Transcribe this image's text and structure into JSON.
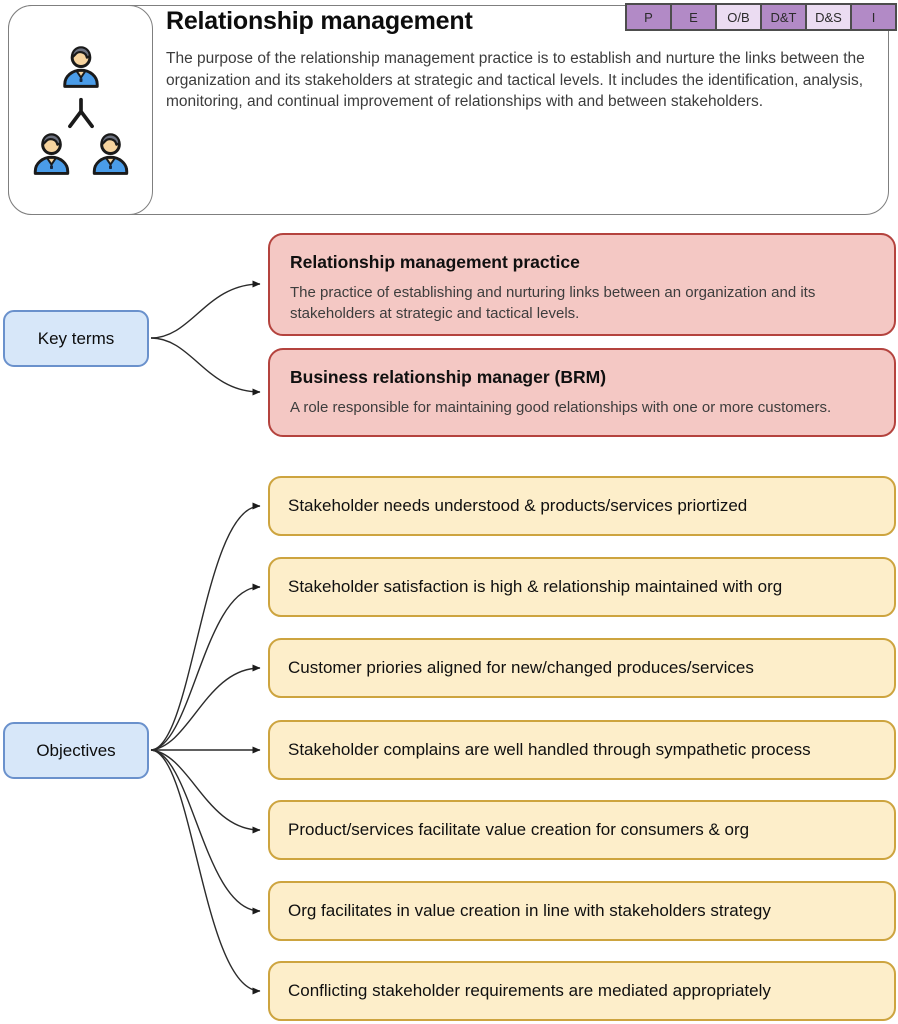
{
  "header": {
    "title": "Relationship management",
    "description": "The purpose of the relationship management practice is to establish and nurture the links between the organization and its stakeholders at strategic and tactical levels. It includes the identification, analysis, monitoring, and continual improvement of relationships with and between stakeholders.",
    "icon": "three-people-network-icon",
    "badges": [
      {
        "label": "P",
        "style": "solid"
      },
      {
        "label": "E",
        "style": "solid"
      },
      {
        "label": "O/B",
        "style": "light"
      },
      {
        "label": "D&T",
        "style": "solid"
      },
      {
        "label": "D&S",
        "style": "light"
      },
      {
        "label": "I",
        "style": "solid"
      }
    ]
  },
  "key_terms": {
    "label": "Key terms",
    "terms": [
      {
        "title": "Relationship management practice",
        "description": "The practice of establishing and nurturing links between an organization and its stakeholders at strategic and tactical levels."
      },
      {
        "title": "Business relationship manager (BRM)",
        "description": "A role responsible for maintaining good relationships with one or more customers."
      }
    ]
  },
  "objectives": {
    "label": "Objectives",
    "items": [
      "Stakeholder needs understood & products/services priortized",
      "Stakeholder satisfaction is high & relationship maintained with org",
      "Customer priories aligned for new/changed produces/services",
      "Stakeholder complains are well handled through sympathetic process",
      "Product/services facilitate value creation for consumers & org",
      "Org facilitates in value creation in line with stakeholders strategy",
      "Conflicting stakeholder requirements are mediated appropriately"
    ]
  },
  "colors": {
    "badge_purple": "#b28ac6",
    "badge_lavender": "#ebdcf2",
    "badge_border": "#4d4d4d",
    "key_term_fill": "#f4c8c4",
    "key_term_border": "#b4433e",
    "label_fill": "#d7e7f9",
    "label_border": "#6a91cc",
    "objective_fill": "#fdeeca",
    "objective_border": "#cda43f",
    "connector": "#2b2b2b"
  }
}
